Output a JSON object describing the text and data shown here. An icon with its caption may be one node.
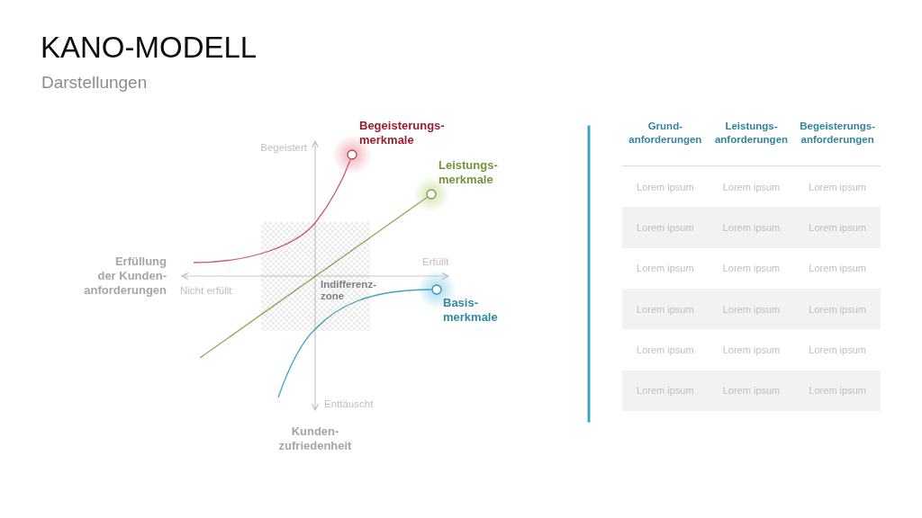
{
  "diagram": {
    "title": "KANO-MODELL",
    "nodes": [
      {
        "text": [
          "Indifferenz- zone"
        ]
      }
    ],
    "labels": [
      "Darstellungen",
      "Begeisterungs- merkmale",
      "Begeistert",
      "Leistungs- merkmale",
      "Erfüllung der Kunden- anforderungen",
      "Erfüllt",
      "Nicht erfüllt",
      "Basis- merkmale",
      "Enttäuscht",
      "Kunden- zufriedenheit",
      "Grund- anforderungen",
      "Leistungs- anforderungen",
      "Begeisterungs- anforderungen",
      "Lorem ipsum",
      "Lorem ipsum",
      "Lorem ipsum",
      "Lorem ipsum",
      "Lorem ipsum",
      "Lorem ipsum",
      "Lorem ipsum",
      "Lorem ipsum",
      "Lorem ipsum",
      "Lorem ipsum",
      "Lorem ipsum",
      "Lorem ipsum",
      "Lorem ipsum",
      "Lorem ipsum",
      "Lorem ipsum",
      "Lorem ipsum",
      "Lorem ipsum",
      "Lorem ipsum"
    ]
  }
}
